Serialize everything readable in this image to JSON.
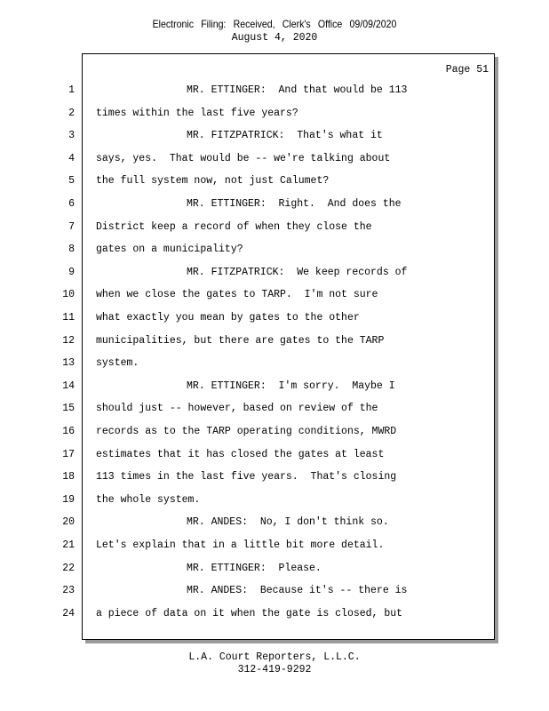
{
  "stamp": "Electronic Filing: Received, Clerk's Office 09/09/2020",
  "date": "August 4, 2020",
  "page_label": "Page 51",
  "lines": [
    {
      "n": "1",
      "text": "MR. ETTINGER:  And that would be 113",
      "indent": true
    },
    {
      "n": "2",
      "text": "times within the last five years?",
      "indent": false
    },
    {
      "n": "3",
      "text": "MR. FITZPATRICK:  That's what it",
      "indent": true
    },
    {
      "n": "4",
      "text": "says, yes.  That would be -- we're talking about",
      "indent": false
    },
    {
      "n": "5",
      "text": "the full system now, not just Calumet?",
      "indent": false
    },
    {
      "n": "6",
      "text": "MR. ETTINGER:  Right.  And does the",
      "indent": true
    },
    {
      "n": "7",
      "text": "District keep a record of when they close the",
      "indent": false
    },
    {
      "n": "8",
      "text": "gates on a municipality?",
      "indent": false
    },
    {
      "n": "9",
      "text": "MR. FITZPATRICK:  We keep records of",
      "indent": true
    },
    {
      "n": "10",
      "text": "when we close the gates to TARP.  I'm not sure",
      "indent": false
    },
    {
      "n": "11",
      "text": "what exactly you mean by gates to the other",
      "indent": false
    },
    {
      "n": "12",
      "text": "municipalities, but there are gates to the TARP",
      "indent": false
    },
    {
      "n": "13",
      "text": "system.",
      "indent": false
    },
    {
      "n": "14",
      "text": "MR. ETTINGER:  I'm sorry.  Maybe I",
      "indent": true
    },
    {
      "n": "15",
      "text": "should just -- however, based on review of the",
      "indent": false
    },
    {
      "n": "16",
      "text": "records as to the TARP operating conditions, MWRD",
      "indent": false
    },
    {
      "n": "17",
      "text": "estimates that it has closed the gates at least",
      "indent": false
    },
    {
      "n": "18",
      "text": "113 times in the last five years.  That's closing",
      "indent": false
    },
    {
      "n": "19",
      "text": "the whole system.",
      "indent": false
    },
    {
      "n": "20",
      "text": "MR. ANDES:  No, I don't think so.",
      "indent": true
    },
    {
      "n": "21",
      "text": "Let's explain that in a little bit more detail.",
      "indent": false
    },
    {
      "n": "22",
      "text": "MR. ETTINGER:  Please.",
      "indent": true
    },
    {
      "n": "23",
      "text": "MR. ANDES:  Because it's -- there is",
      "indent": true
    },
    {
      "n": "24",
      "text": "a piece of data on it when the gate is closed, but",
      "indent": false
    }
  ],
  "footer": {
    "company": "L.A. Court Reporters, L.L.C.",
    "phone": "312-419-9292"
  }
}
